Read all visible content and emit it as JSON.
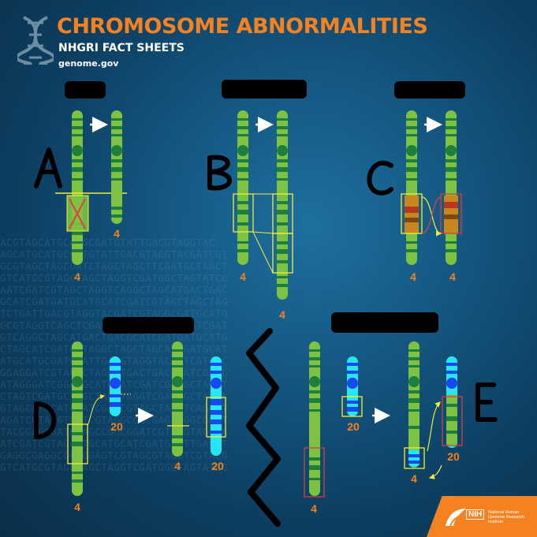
{
  "header": {
    "title": "CHROMOSOME ABNORMALITIES",
    "subtitle": "NHGRI FACT SHEETS",
    "site": "genome.gov"
  },
  "badge": {
    "mark": "NIH",
    "institute": "National Human Genome Research Institute"
  },
  "colors": {
    "title_orange": "#f58220",
    "chromosome_green": "#7dc242",
    "chromosome_band": "#1e7f3a",
    "chromosome_cyan": "#27e6f2",
    "chromosome_blue": "#1848f0",
    "highlight_yellow": "#f2ee3a",
    "highlight_red": "#c0392b",
    "background_blue": "#155a85"
  },
  "panels": [
    {
      "handwritten_letter": "A",
      "labels": [
        "4",
        "4"
      ]
    },
    {
      "handwritten_letter": "B",
      "labels": [
        "4",
        "4"
      ]
    },
    {
      "handwritten_letter": "C",
      "labels": [
        "4",
        "4"
      ]
    },
    {
      "handwritten_letter": "D",
      "labels": [
        "4",
        "20",
        "4",
        "20"
      ]
    },
    {
      "handwritten_letter": "E",
      "labels": [
        "4",
        "20",
        "4",
        "20"
      ]
    }
  ]
}
